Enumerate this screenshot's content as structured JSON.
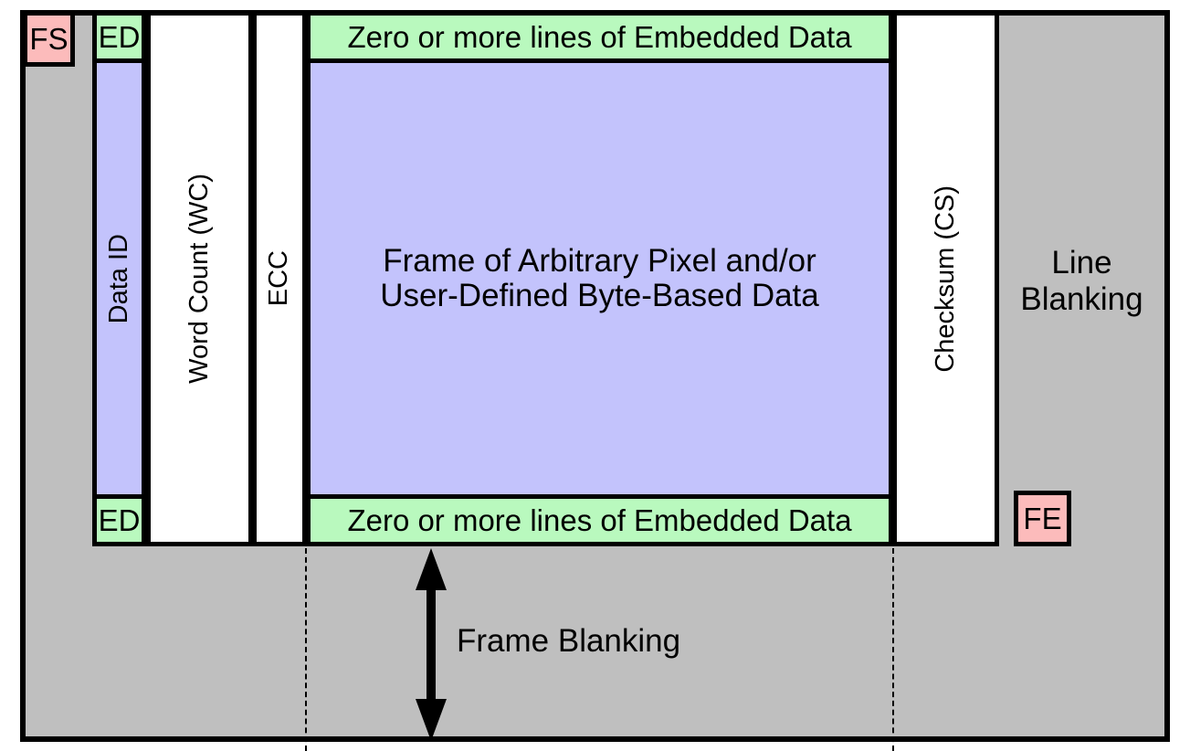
{
  "diagram": {
    "title": "MIPI CSI-2 Frame Structure",
    "colors": {
      "background_gray": "#bfbfbf",
      "embedded_data_green": "#b9f9be",
      "pixel_data_lavender": "#c3c3fc",
      "sync_pink": "#fcbbbb",
      "packet_header_white": "#ffffff",
      "line_black": "#000000"
    }
  },
  "labels": {
    "frame_start": "FS",
    "frame_end": "FE",
    "embedded_data_short_top": "ED",
    "embedded_data_short_bottom": "ED",
    "data_id": "Data ID",
    "word_count": "Word Count (WC)",
    "ecc": "ECC",
    "checksum": "Checksum (CS)",
    "embedded_top": "Zero or more lines of Embedded Data",
    "embedded_bottom": "Zero or more lines of Embedded Data",
    "payload_line1": "Frame of Arbitrary Pixel and/or",
    "payload_line2": "User-Defined Byte-Based Data",
    "line_blanking_line1": "Line",
    "line_blanking_line2": "Blanking",
    "frame_blanking": "Frame Blanking"
  }
}
